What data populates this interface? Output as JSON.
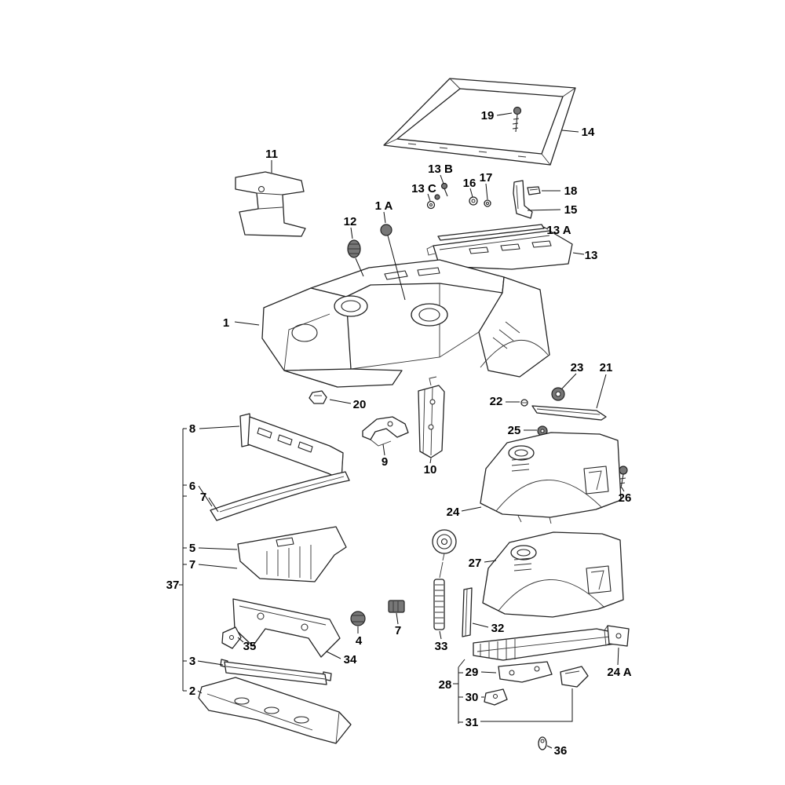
{
  "diagram": {
    "background_color": "#ffffff",
    "line_color": "#222222",
    "label_color": "#000000",
    "grommet_fill_color": "#777777",
    "callouts": {
      "n1": "1",
      "n1a": "1 A",
      "n2": "2",
      "n3": "3",
      "n4": "4",
      "n5": "5",
      "n6": "6",
      "n7a": "7",
      "n7b": "7",
      "n7c": "7",
      "n8": "8",
      "n9": "9",
      "n10": "10",
      "n11": "11",
      "n12": "12",
      "n13": "13",
      "n13a": "13 A",
      "n13b": "13 B",
      "n13c": "13 C",
      "n14": "14",
      "n15": "15",
      "n16": "16",
      "n17": "17",
      "n18": "18",
      "n19": "19",
      "n20": "20",
      "n21": "21",
      "n22": "22",
      "n23": "23",
      "n24": "24",
      "n24a": "24 A",
      "n25": "25",
      "n26": "26",
      "n27": "27",
      "n28": "28",
      "n29": "29",
      "n30": "30",
      "n31": "31",
      "n32": "32",
      "n33": "33",
      "n34": "34",
      "n35": "35",
      "n36": "36",
      "n37": "37"
    }
  }
}
